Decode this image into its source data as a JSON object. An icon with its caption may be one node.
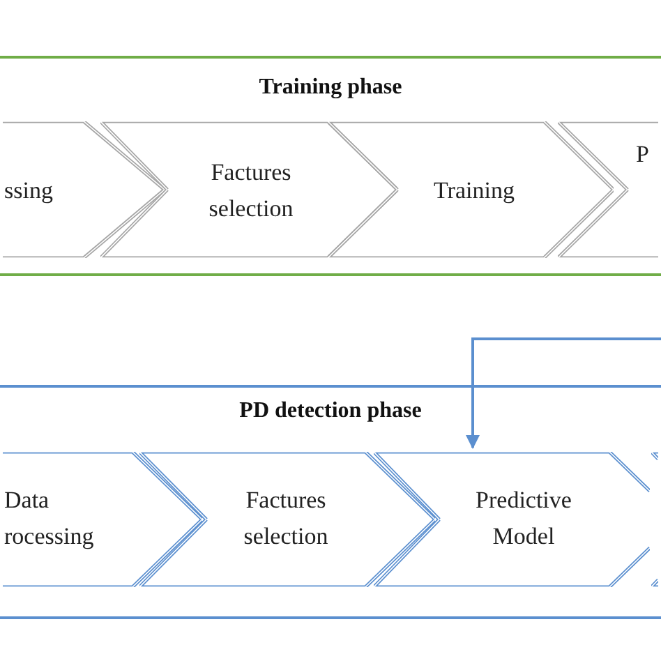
{
  "diagram": {
    "nodes": [
      {
        "text": [
          "Training phase"
        ]
      },
      {
        "text": [
          "ssing"
        ],
        "in": 0
      },
      {
        "text": [
          "Factures selection"
        ],
        "in": 0
      },
      {
        "text": [
          "Training"
        ],
        "in": 0
      },
      {
        "text": [
          "P"
        ],
        "in": 0
      },
      {
        "text": [
          "PD detection phase"
        ]
      },
      {
        "text": [
          "Data rocessing"
        ],
        "in": 5
      },
      {
        "text": [
          "Factures selection"
        ],
        "in": 5
      },
      {
        "text": [
          "Predictive Model"
        ],
        "in": 5
      },
      {
        "text": [],
        "shape": "chevron",
        "in": 5
      }
    ],
    "edges": [
      {
        "from": null,
        "to": 8,
        "arrow": "to"
      }
    ]
  }
}
